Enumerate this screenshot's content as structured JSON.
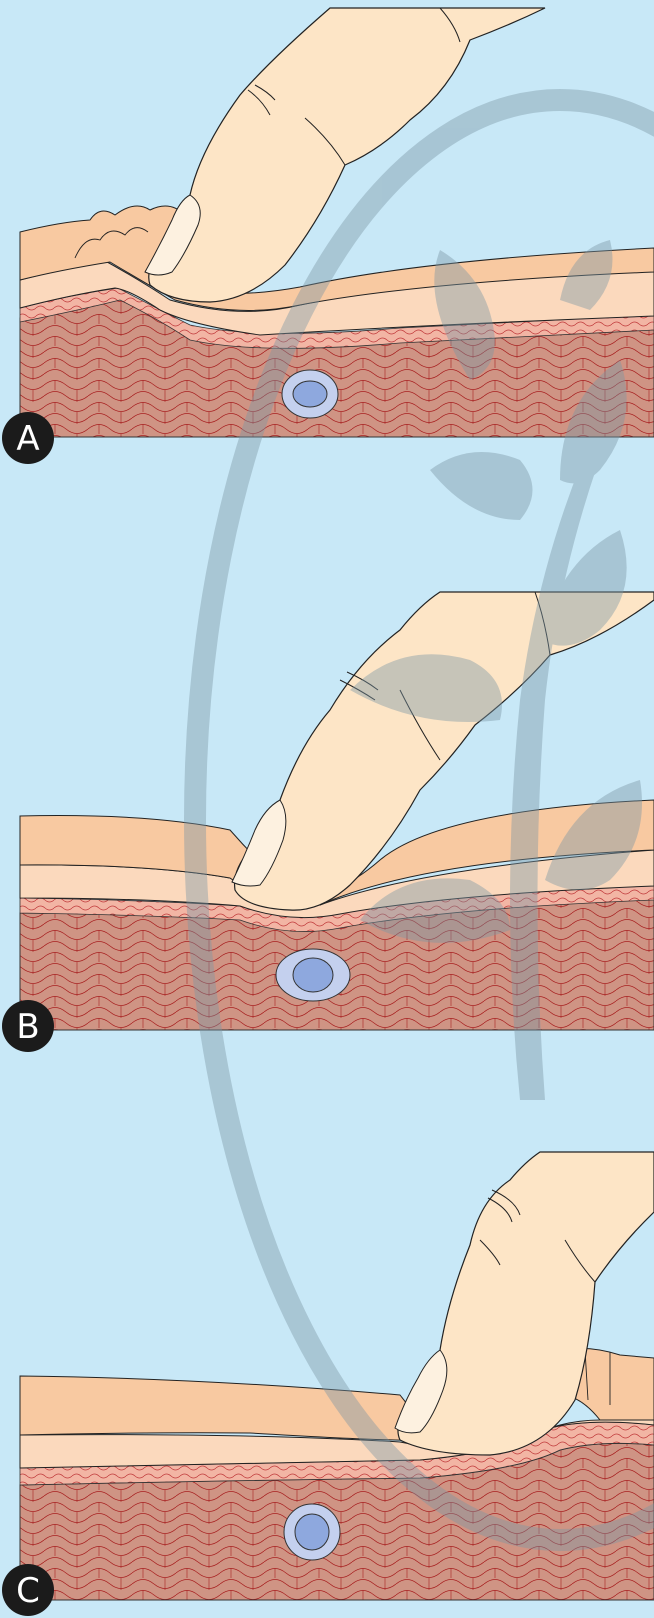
{
  "figure": {
    "background_color": "#c8e8f7",
    "colors": {
      "finger": "#fde5c6",
      "nail": "#fdf1e0",
      "epidermis": "#f8c9a1",
      "dermis": "#fbd9bd",
      "muscle": "#cf9484",
      "muscle_line": "#a82020",
      "vein_outer": "#c4d0ee",
      "vein_inner": "#8ea8de",
      "watermark": "#9fb6c2",
      "label_circle": "#1b1b1b"
    },
    "watermark_icon": "plant-in-circle-watermark",
    "panels": [
      {
        "label": "A",
        "icon": "finger-icon"
      },
      {
        "label": "B",
        "icon": "finger-icon"
      },
      {
        "label": "C",
        "icon": "finger-icon"
      }
    ]
  }
}
